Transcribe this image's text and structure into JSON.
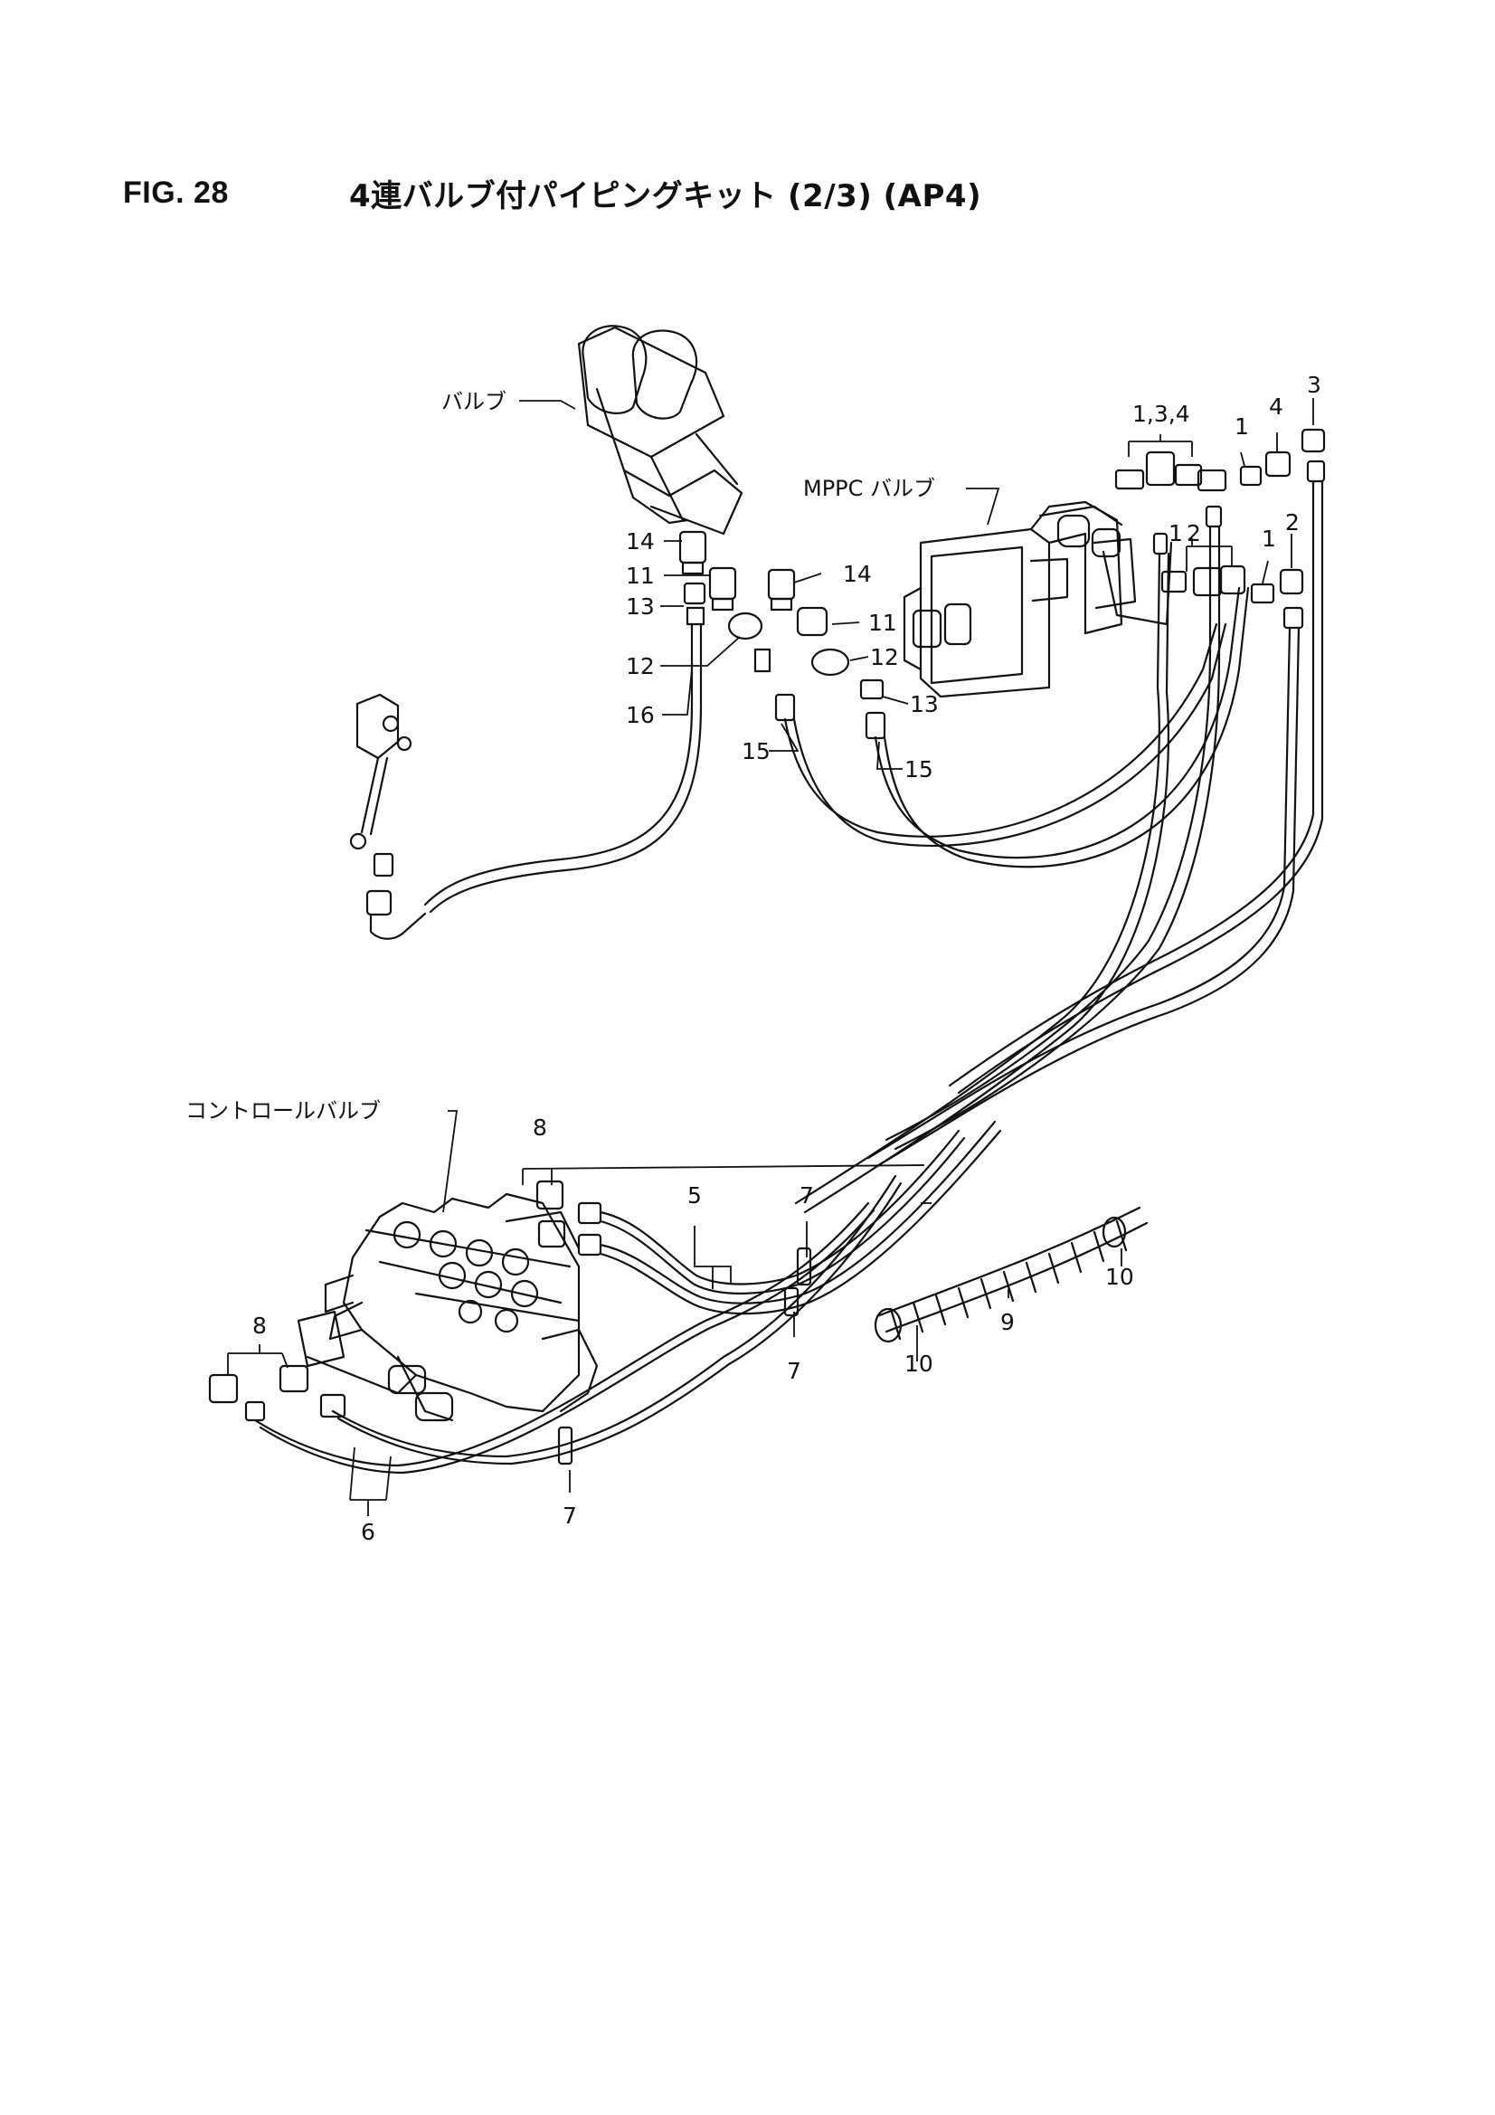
{
  "figure": {
    "number": "FIG. 28",
    "title": "4連バルブ付パイピングキット (2/3) (AP4)"
  },
  "labels": {
    "valve": "バルブ",
    "mppc_valve": "MPPC バルブ",
    "control_valve": "コントロールバルブ"
  },
  "callouts": {
    "c134": "1,3,4",
    "c1a": "1",
    "c4": "4",
    "c3": "3",
    "c1b": "1",
    "c2a": "2",
    "c1c": "1",
    "c2b": "2",
    "c14a": "14",
    "c14b": "14",
    "c11a": "11",
    "c11b": "11",
    "c13a": "13",
    "c13b": "13",
    "c12a": "12",
    "c12b": "12",
    "c16": "16",
    "c15a": "15",
    "c15b": "15",
    "c8a": "8",
    "c8b": "8",
    "c5": "5",
    "c7a": "7",
    "c7b": "7",
    "c7c": "7",
    "c6": "6",
    "c9": "9",
    "c10a": "10",
    "c10b": "10"
  }
}
